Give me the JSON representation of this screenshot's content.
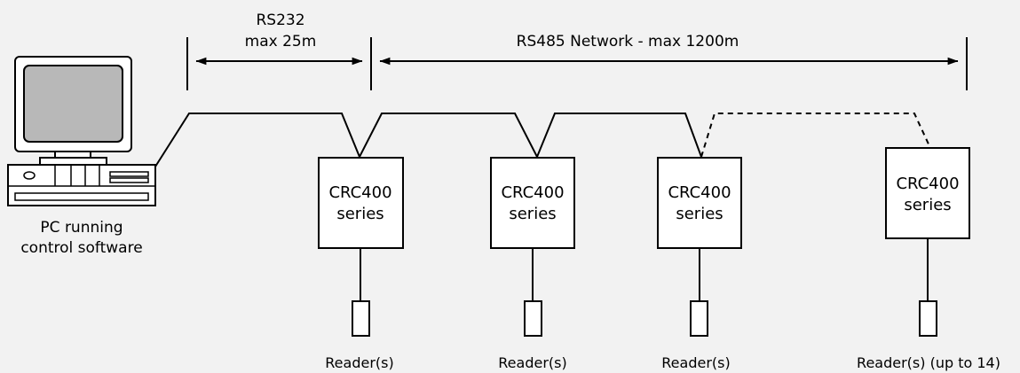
{
  "rs232": {
    "line1": "RS232",
    "line2": "max 25m"
  },
  "rs485": {
    "label": "RS485 Network - max 1200m"
  },
  "pc": {
    "line1": "PC running",
    "line2": "control software"
  },
  "controllers": [
    {
      "line1": "CRC400",
      "line2": "series"
    },
    {
      "line1": "CRC400",
      "line2": "series"
    },
    {
      "line1": "CRC400",
      "line2": "series"
    },
    {
      "line1": "CRC400",
      "line2": "series"
    }
  ],
  "readers": [
    {
      "label": "Reader(s)"
    },
    {
      "label": "Reader(s)"
    },
    {
      "label": "Reader(s)"
    },
    {
      "label": "Reader(s) (up to 14)"
    }
  ],
  "colors": {
    "background": "#f2f2f2",
    "stroke": "#000000",
    "monitor_screen": "#b8b8b8",
    "box_fill": "#ffffff"
  }
}
